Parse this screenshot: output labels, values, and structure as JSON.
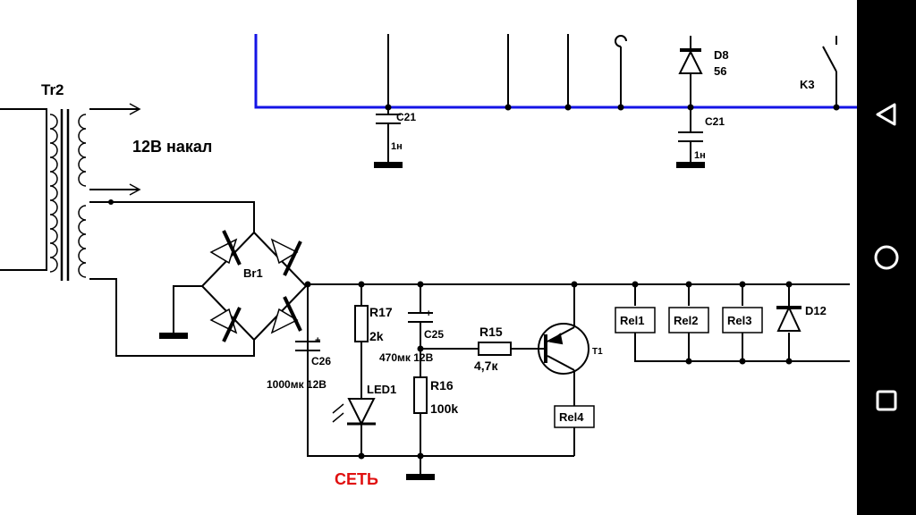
{
  "colors": {
    "wire": "#000000",
    "bus": "#1414e6",
    "accent_red": "#e01010",
    "navbar_bg": "#000000",
    "navbar_icon": "#ffffff"
  },
  "labels": {
    "tr2": "Tr2",
    "heater": "12В накал",
    "br1": "Br1",
    "c21_a": "C21",
    "c21_a_val": "1н",
    "c21_b": "C21",
    "c21_b_val": "1н",
    "d8": "D8",
    "d8_val": "56",
    "k3": "K3",
    "c26": "C26",
    "c26_plus": "+",
    "c26_val": "1000мк 12В",
    "r17": "R17",
    "r17_val": "2k",
    "led1": "LED1",
    "c25": "C25",
    "c25_plus": "+",
    "c25_val": "470мк 12В",
    "r16": "R16",
    "r16_val": "100k",
    "r15": "R15",
    "r15_val": "4,7к",
    "t1": "T1",
    "rel1": "Rel1",
    "rel2": "Rel2",
    "rel3": "Rel3",
    "rel4": "Rel4",
    "d12": "D12",
    "mains": "СЕТЬ"
  },
  "navbar": {
    "back": "back",
    "home": "home",
    "recents": "recents"
  }
}
